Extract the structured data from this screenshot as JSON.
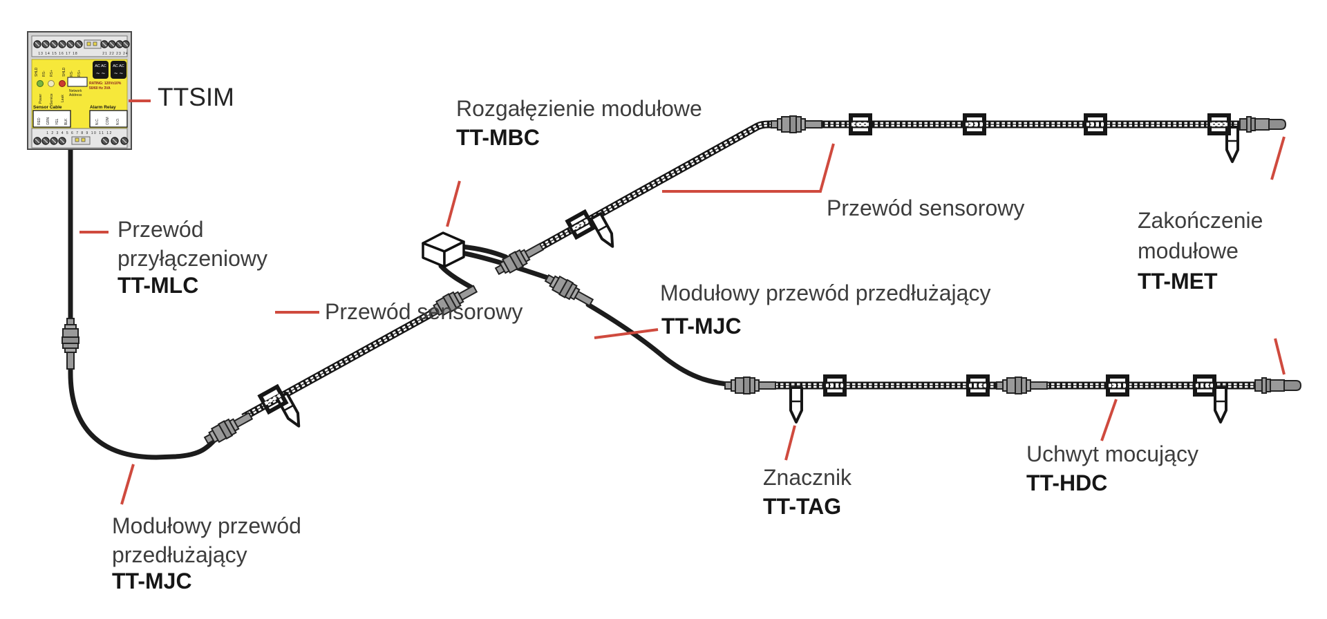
{
  "colors": {
    "callout_red": "#cf4a3e",
    "module_yellow": "#f6e83a",
    "cable_black": "#1c1c1c",
    "connector_gray": "#9a9a9a",
    "label_text": "#3d3d3d",
    "part_text": "#161616"
  },
  "labels": {
    "ttsim": "TTSIM",
    "mlc": {
      "l1": "Przewód",
      "l2": "przyłączeniowy",
      "part": "TT-MLC"
    },
    "mjc_bottom_left": {
      "l1": "Modułowy przewód",
      "l2": "przedłużający",
      "part": "TT-MJC"
    },
    "sensor_lower": "Przewód sensorowy",
    "mbc": {
      "l1": "Rozgałęzienie modułowe",
      "part": "TT-MBC"
    },
    "mjc_mid": {
      "l1": "Modułowy przewód przedłużający",
      "part": "TT-MJC"
    },
    "sensor_top": "Przewód sensorowy",
    "met": {
      "l1": "Zakończenie",
      "l2": "modułowe",
      "part": "TT-MET"
    },
    "tag": {
      "l1": "Znacznik",
      "part": "TT-TAG"
    },
    "hdc": {
      "l1": "Uchwyt mocujący",
      "part": "TT-HDC"
    }
  },
  "module": {
    "top_terminals_left": "13 14 15 16 17 18",
    "top_terminals_right": "21 22 23 24",
    "bottom_terminals": "1 2 3 4 5 6 7 8 9 10 11 12",
    "bus": [
      "SHLD",
      "RS-",
      "RS+",
      "SHLD",
      "RS-",
      "RS+"
    ],
    "leds": [
      "Power",
      "Service",
      "Leak"
    ],
    "ac_pair": "AC AC",
    "tilde_pair": "~ ~",
    "network1": "Network",
    "network2": "Address",
    "rating1": "RATING: 120V±10%",
    "rating2": "50/60 Hz 3VA",
    "sensor_cable": "Sensor Cable",
    "wires": [
      "RED",
      "GRN",
      "YEL",
      "BLK"
    ],
    "alarm_relay": "Alarm Relay",
    "contacts": [
      "N.C.",
      "COM",
      "N.O."
    ]
  }
}
